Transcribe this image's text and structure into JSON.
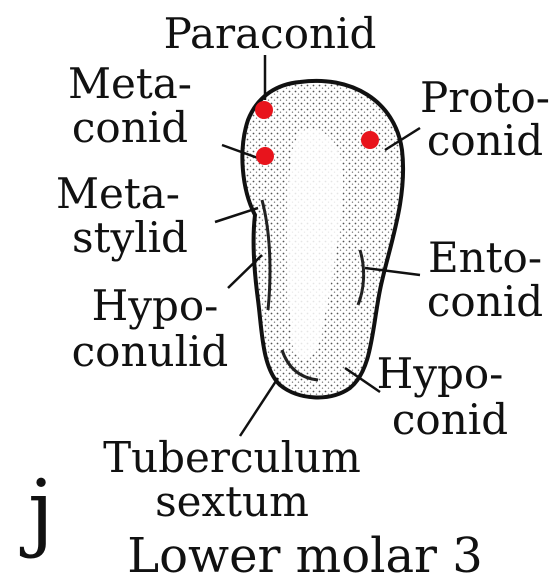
{
  "figure": {
    "panel_letter": "j",
    "caption": "Lower molar 3",
    "labels": {
      "paraconid": "Paraconid",
      "metaconid_line1": "Meta-",
      "metaconid_line2": "conid",
      "protoconid_line1": "Proto-",
      "protoconid_line2": "conid",
      "metastylid_line1": "Meta-",
      "metastylid_line2": "stylid",
      "entoconid_line1": "Ento-",
      "entoconid_line2": "conid",
      "hypoconulid_line1": "Hypo-",
      "hypoconulid_line2": "conulid",
      "hypoconid_line1": "Hypo-",
      "hypoconid_line2": "conid",
      "tuberculum_line1": "Tuberculum",
      "tuberculum_line2": "sextum"
    },
    "colors": {
      "marker": "#e8141c",
      "ink": "#111111"
    }
  }
}
